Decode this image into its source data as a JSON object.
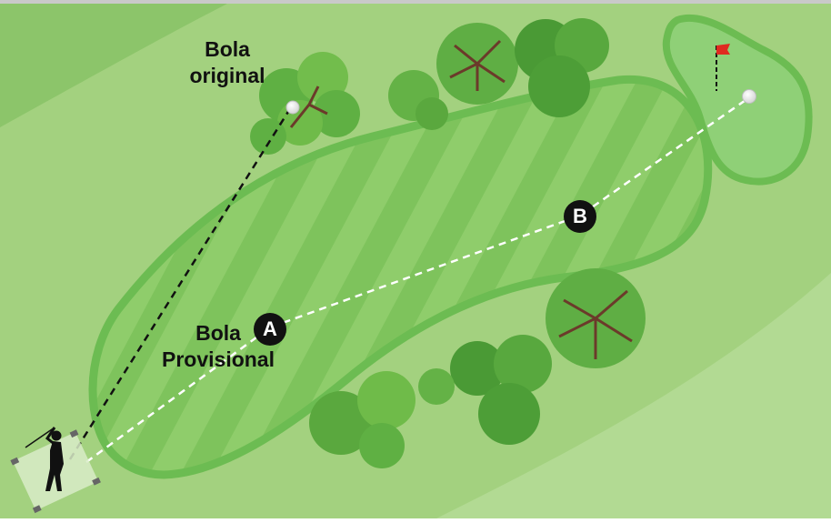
{
  "labels": {
    "original_ball": [
      "Bola",
      "original"
    ],
    "provisional_ball": [
      "Bola",
      "Provisional"
    ]
  },
  "markers": {
    "a": "A",
    "b": "B"
  },
  "colors": {
    "rough": "#a3d17f",
    "rough_light": "#b0d98e",
    "fairway_border": "#6cbc52",
    "fairway_stripe_light": "#8fcd6b",
    "fairway_stripe_dark": "#7ec35c",
    "green": "#8fd077",
    "flag": "#e02b20",
    "marker": "#111111",
    "trajectory_original": "#111111",
    "trajectory_provisional": "#ffffff"
  },
  "icons": [
    "golfer-icon",
    "flag-icon",
    "tree-icon",
    "ball-icon"
  ]
}
